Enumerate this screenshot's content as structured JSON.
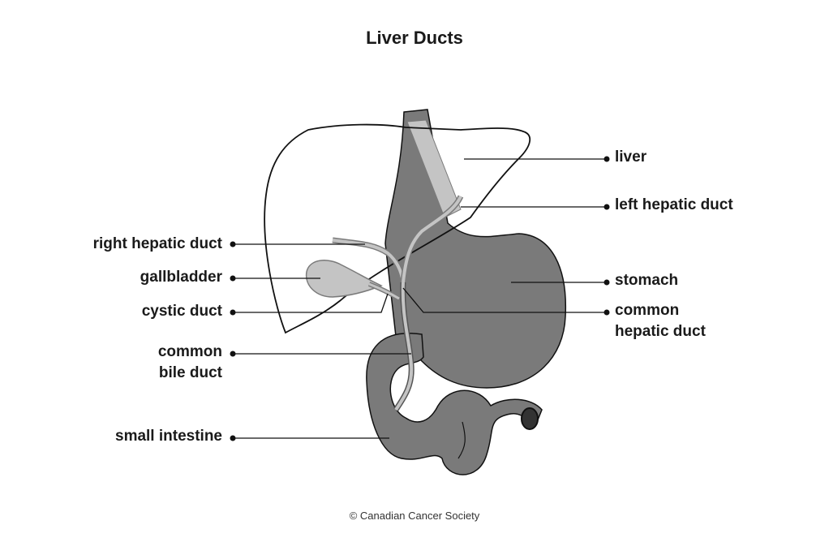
{
  "title": "Liver Ducts",
  "copyright": "© Canadian Cancer Society",
  "labels": {
    "liver": "liver",
    "left_hepatic_duct": "left hepatic duct",
    "stomach": "stomach",
    "common_hepatic_duct": [
      "common",
      "hepatic duct"
    ],
    "right_hepatic_duct": "right hepatic duct",
    "gallbladder": "gallbladder",
    "cystic_duct": "cystic duct",
    "common_bile_duct": [
      "common",
      "bile duct"
    ],
    "small_intestine": "small intestine"
  },
  "colors": {
    "organ_dark": "#7a7a7a",
    "duct_light": "#c4c4c4",
    "outline": "#111111"
  }
}
